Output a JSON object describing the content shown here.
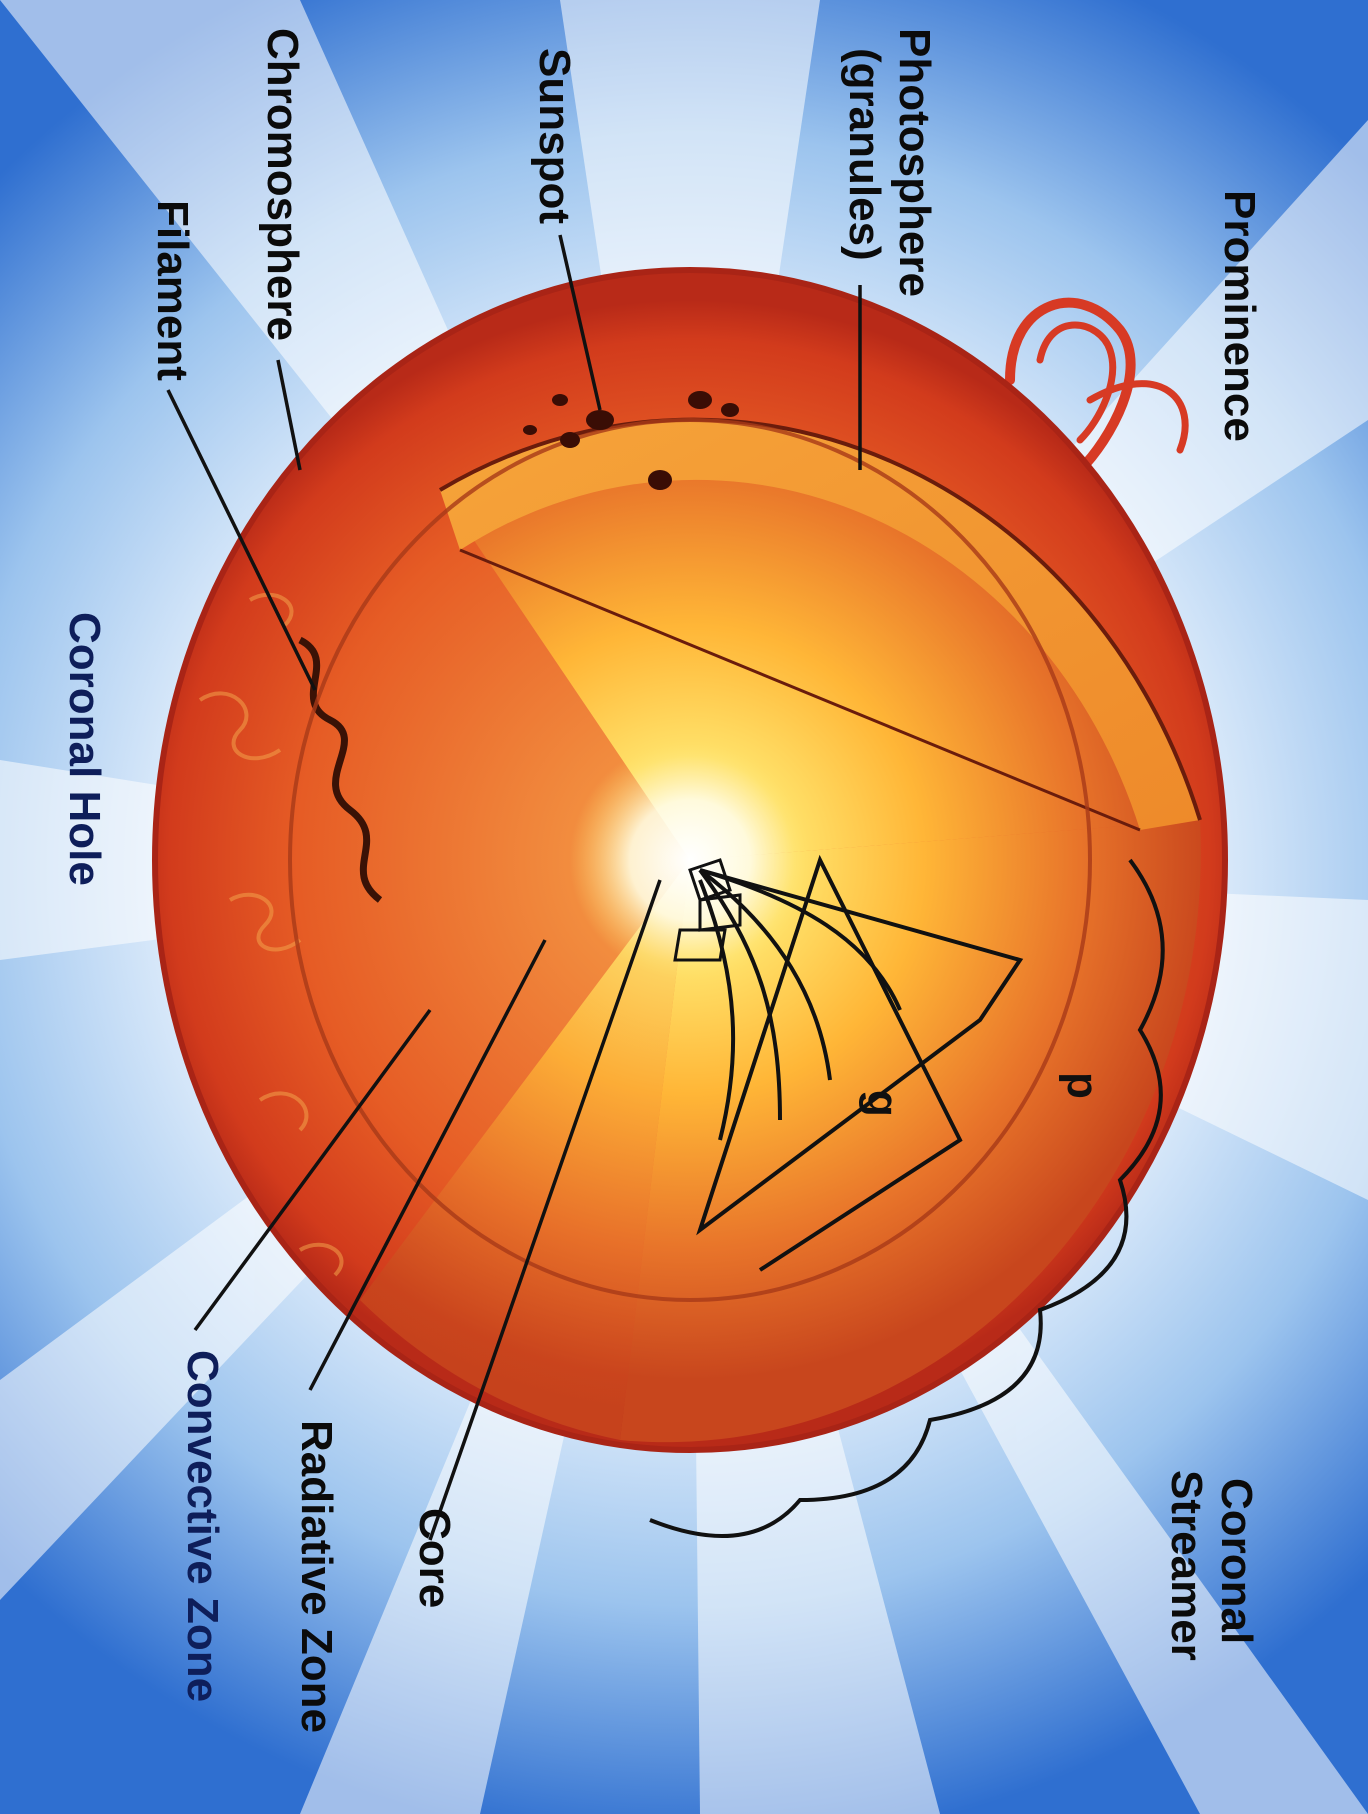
{
  "labels": {
    "prominence": "Prominence",
    "photosphere_line1": "Photosphere",
    "photosphere_line2": "(granules)",
    "sunspot": "Sunspot",
    "chromosphere": "Chromosphere",
    "filament": "Filament",
    "coronal_hole": "Coronal Hole",
    "coronal_streamer_line1": "Coronal",
    "coronal_streamer_line2": "Streamer",
    "core": "Core",
    "radiative_zone": "Radiative Zone",
    "convective_zone": "Convective Zone",
    "wave_p": "p",
    "wave_g": "g"
  },
  "colors": {
    "corona_blue": "#2f6fd0",
    "corona_white": "#ffffff",
    "chromosphere_red": "#d63a1e",
    "photosphere_orange": "#f29a2e",
    "radiative_yellow": "#ffcf3a",
    "core_white": "#fffbe8",
    "label_dark": "#0b0b0b",
    "label_blue": "#0e1e5a"
  }
}
